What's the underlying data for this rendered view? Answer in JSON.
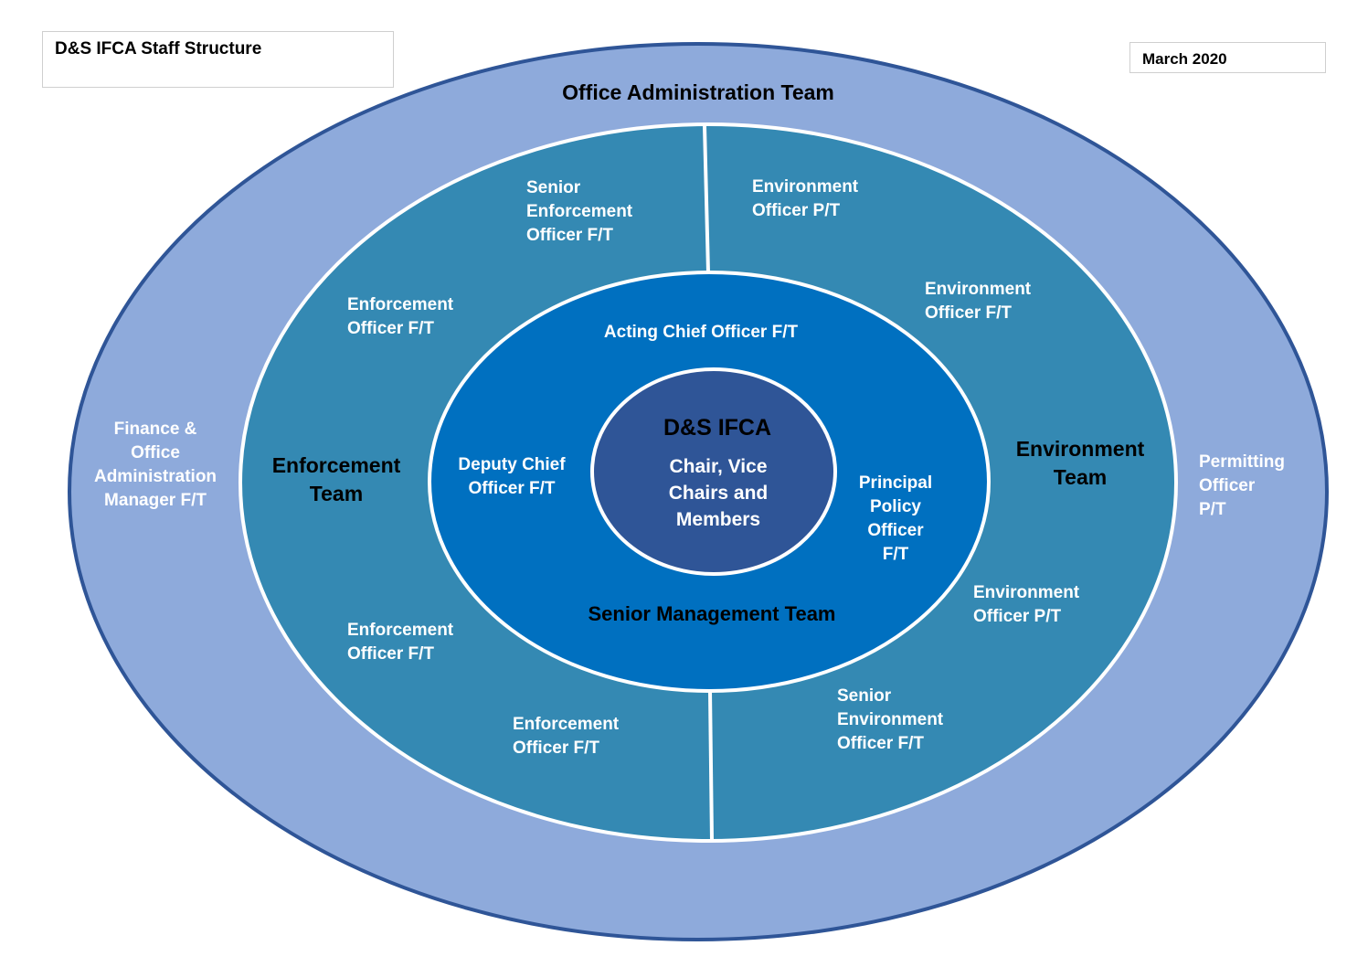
{
  "header": {
    "title": "D&S IFCA Staff Structure",
    "date": "March 2020"
  },
  "colors": {
    "outer_ring": "#8eaadb",
    "outer_ring_border": "#2f5597",
    "team_ring": "#3489b3",
    "senior_ring": "#0070c0",
    "core": "#2f5597",
    "divider": "#ffffff"
  },
  "outer": {
    "title": "Office Administration Team",
    "finance": [
      "Finance &",
      "Office",
      "Administration",
      "Manager F/T"
    ],
    "permitting": [
      "Permitting",
      "Officer",
      "P/T"
    ]
  },
  "enforcement": {
    "title": [
      "Enforcement",
      "Team"
    ],
    "senior_officer": [
      "Senior",
      "Enforcement",
      "Officer F/T"
    ],
    "officer_1": [
      "Enforcement",
      "Officer F/T"
    ],
    "officer_2": [
      "Enforcement",
      "Officer F/T"
    ],
    "officer_3": [
      "Enforcement",
      "Officer F/T"
    ]
  },
  "environment": {
    "title": [
      "Environment",
      "Team"
    ],
    "officer_pt_1": [
      "Environment",
      "Officer P/T"
    ],
    "officer_ft": [
      "Environment",
      "Officer F/T"
    ],
    "officer_pt_2": [
      "Environment",
      "Officer P/T"
    ],
    "senior_officer": [
      "Senior",
      "Environment",
      "Officer F/T"
    ]
  },
  "senior_management": {
    "title": "Senior Management Team",
    "acting_chief": "Acting Chief Officer F/T",
    "deputy_chief": [
      "Deputy Chief",
      "Officer F/T"
    ],
    "principal_policy": [
      "Principal",
      "Policy",
      "Officer",
      "F/T"
    ]
  },
  "core": {
    "title": "D&S IFCA",
    "members": [
      "Chair, Vice",
      "Chairs and",
      "Members"
    ]
  }
}
